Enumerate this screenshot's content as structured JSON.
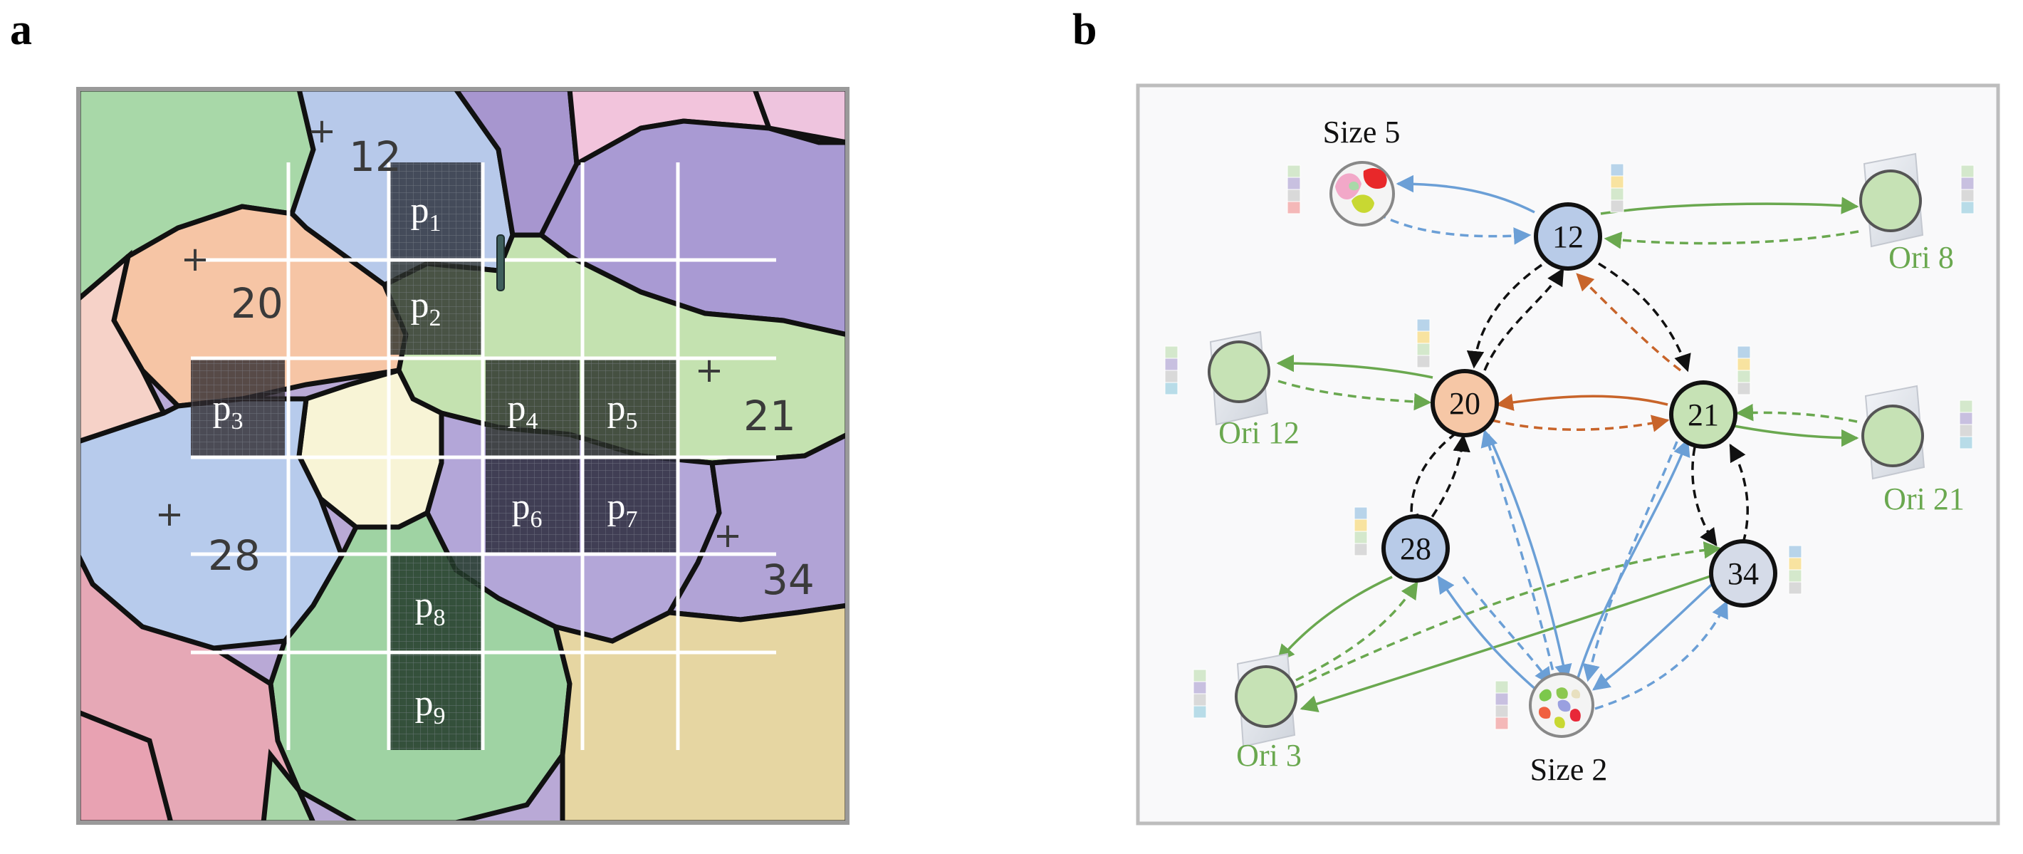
{
  "panels": {
    "a": "a",
    "b": "b"
  },
  "grains": [
    {
      "id": "12",
      "label": "12",
      "plus": "+"
    },
    {
      "id": "20",
      "label": "20",
      "plus": "+"
    },
    {
      "id": "21",
      "label": "21",
      "plus": "+"
    },
    {
      "id": "28",
      "label": "28",
      "plus": "+"
    },
    {
      "id": "34",
      "label": "34",
      "plus": "+"
    }
  ],
  "patches": [
    {
      "name": "p",
      "sub": "1"
    },
    {
      "name": "p",
      "sub": "2"
    },
    {
      "name": "p",
      "sub": "3"
    },
    {
      "name": "p",
      "sub": "4"
    },
    {
      "name": "p",
      "sub": "5"
    },
    {
      "name": "p",
      "sub": "6"
    },
    {
      "name": "p",
      "sub": "7"
    },
    {
      "name": "p",
      "sub": "8"
    },
    {
      "name": "p",
      "sub": "9"
    }
  ],
  "graph": {
    "grain_nodes": [
      {
        "label": "12",
        "color": "#b8cbe8"
      },
      {
        "label": "20",
        "color": "#f6c7a6"
      },
      {
        "label": "21",
        "color": "#c6e2b5"
      },
      {
        "label": "28",
        "color": "#b8cbe8"
      },
      {
        "label": "34",
        "color": "#d5dbe8"
      }
    ],
    "ori_nodes": [
      {
        "label": "Ori 8"
      },
      {
        "label": "Ori 12"
      },
      {
        "label": "Ori 21"
      },
      {
        "label": "Ori 3"
      }
    ],
    "size_nodes": [
      {
        "label": "Size 5"
      },
      {
        "label": "Size 2"
      }
    ],
    "edge_colors": {
      "grain_grain": "#111111",
      "highlight": "#c8642a",
      "orientation": "#6aa84f",
      "size": "#6b9fd6"
    }
  }
}
